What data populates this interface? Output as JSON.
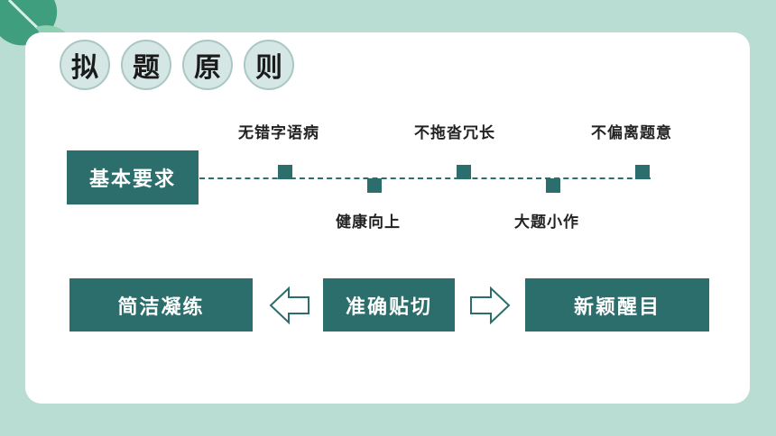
{
  "title_chars": [
    "拟",
    "题",
    "原",
    "则"
  ],
  "basic_requirement": {
    "label": "基本要求",
    "top_items": [
      "无错字语病",
      "不拖沓冗长",
      "不偏离题意"
    ],
    "bottom_items": [
      "健康向上",
      "大题小作"
    ]
  },
  "principles": {
    "left": "简洁凝练",
    "center": "准确贴切",
    "right": "新颖醒目"
  },
  "colors": {
    "accent": "#2b6e6b",
    "background": "#b9dcd3",
    "card": "#ffffff"
  }
}
